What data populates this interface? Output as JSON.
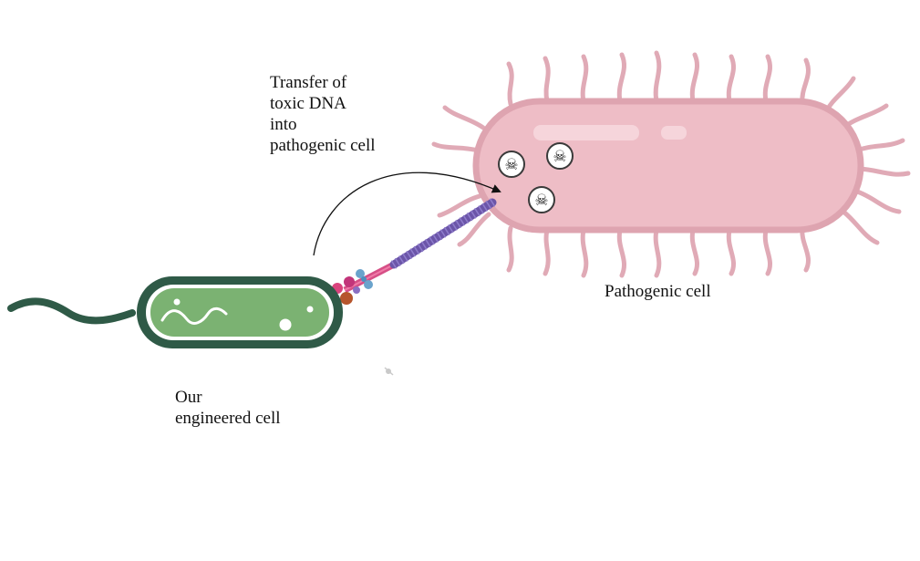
{
  "labels": {
    "transfer": "Transfer of\ntoxic DNA\ninto\npathogenic cell",
    "pathogenic_cell": "Pathogenic cell",
    "engineered_cell": "Our\nengineered cell"
  },
  "colors": {
    "pathogen_fill": "#eebdc6",
    "pathogen_outline": "#dea4b0",
    "pili": "#e0aab6",
    "engineered_outline": "#2f5a47",
    "engineered_fill": "#7bb272",
    "pilus": "#6b55a8",
    "toxin_icon": "skull-crossbones"
  }
}
